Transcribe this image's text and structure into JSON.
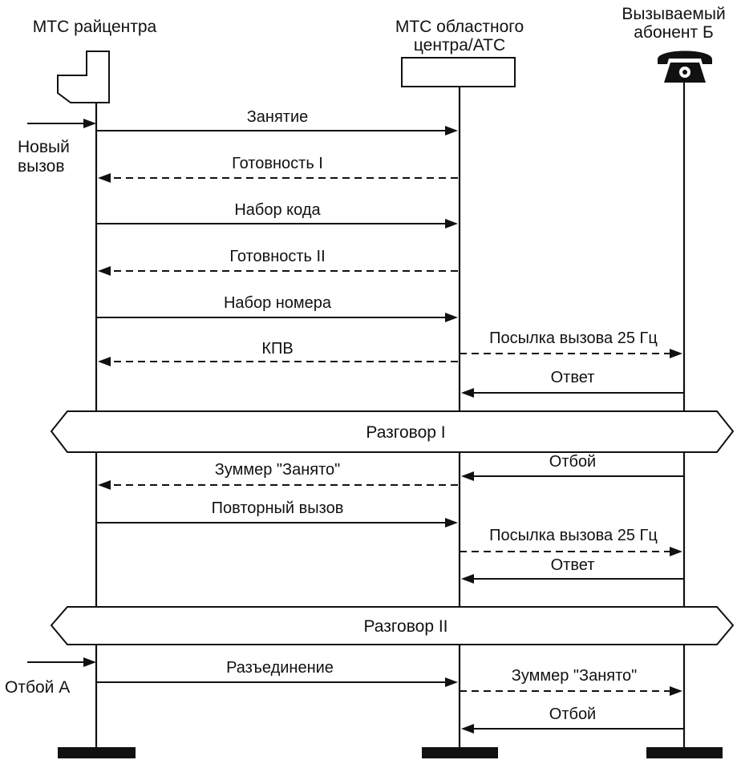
{
  "participants": {
    "a": "МТС райцентра",
    "b_line1": "МТС областного",
    "b_line2": "центра/АТС",
    "c_line1": "Вызываемый",
    "c_line2": "абонент Б"
  },
  "events": {
    "new_call_1": "Новый",
    "new_call_2": "вызов",
    "hangup_a": "Отбой А"
  },
  "messages": [
    {
      "label": "Занятие",
      "style": "solid"
    },
    {
      "label": "Готовность I",
      "style": "dashed"
    },
    {
      "label": "Набор кода",
      "style": "solid"
    },
    {
      "label": "Готовность II",
      "style": "dashed"
    },
    {
      "label": "Набор номера",
      "style": "solid"
    },
    {
      "label": "КПВ",
      "style": "dashed"
    },
    {
      "label": "Посылка вызова 25 Гц",
      "style": "dashed"
    },
    {
      "label": "Ответ",
      "style": "solid"
    },
    {
      "label": "Отбой",
      "style": "solid"
    },
    {
      "label": "Зуммер \"Занято\"",
      "style": "dashed"
    },
    {
      "label": "Повторный вызов",
      "style": "solid"
    },
    {
      "label": "Посылка вызова 25 Гц",
      "style": "dashed"
    },
    {
      "label": "Ответ",
      "style": "solid"
    },
    {
      "label": "Разъединение",
      "style": "solid"
    },
    {
      "label": "Зуммер \"Занято\"",
      "style": "dashed"
    },
    {
      "label": "Отбой",
      "style": "solid"
    }
  ],
  "banners": [
    "Разговор I",
    "Разговор II"
  ],
  "icons": {
    "exchange_a": "exchange-node-icon",
    "exchange_b": "exchange-box-icon",
    "subscriber": "telephone-icon"
  }
}
